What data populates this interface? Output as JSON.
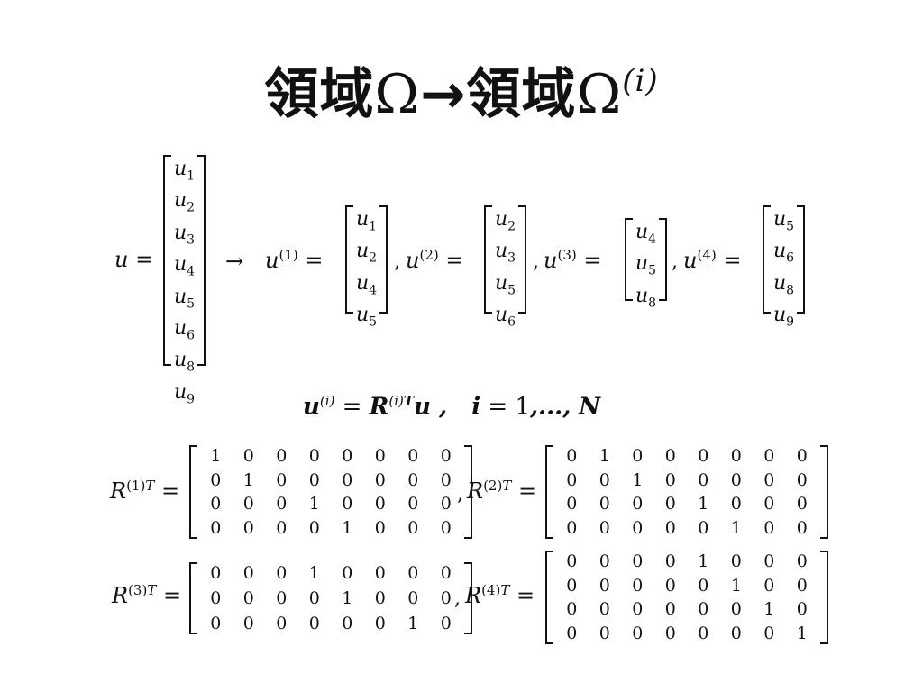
{
  "title": {
    "prefix": "領域",
    "omega": "Ω",
    "arrow": "→",
    "prefix2": "領域",
    "omega2": "Ω",
    "superscript": "(i)"
  },
  "vectors": {
    "u_lhs": "u",
    "equals": "=",
    "arrow": "→",
    "u_full": [
      "1",
      "2",
      "3",
      "4",
      "5",
      "6",
      "8",
      "9"
    ],
    "sub_vectors": [
      {
        "label": "u",
        "sup": "(1)",
        "entries": [
          "1",
          "2",
          "4",
          "5"
        ]
      },
      {
        "label": "u",
        "sup": "(2)",
        "entries": [
          "2",
          "3",
          "5",
          "6"
        ]
      },
      {
        "label": "u",
        "sup": "(3)",
        "entries": [
          "4",
          "5",
          "8"
        ]
      },
      {
        "label": "u",
        "sup": "(4)",
        "entries": [
          "5",
          "6",
          "8",
          "9"
        ]
      }
    ],
    "comma": ","
  },
  "formula": {
    "lhs": "u",
    "lhs_sup": "(i)",
    "eq": " = ",
    "R": "R",
    "R_sup": "(i)",
    "T": "T",
    "rhs_u": "u",
    "sep": " ,   ",
    "i": "i",
    "range_eq": " = ",
    "range_one": "1",
    "range_rest": ",..., N"
  },
  "restriction_matrices": [
    {
      "label": "R",
      "sup": "(1)",
      "T": "T",
      "rows": [
        [
          "1",
          "0",
          "0",
          "0",
          "0",
          "0",
          "0",
          "0"
        ],
        [
          "0",
          "1",
          "0",
          "0",
          "0",
          "0",
          "0",
          "0"
        ],
        [
          "0",
          "0",
          "0",
          "1",
          "0",
          "0",
          "0",
          "0"
        ],
        [
          "0",
          "0",
          "0",
          "0",
          "1",
          "0",
          "0",
          "0"
        ]
      ]
    },
    {
      "label": "R",
      "sup": "(2)",
      "T": "T",
      "rows": [
        [
          "0",
          "1",
          "0",
          "0",
          "0",
          "0",
          "0",
          "0"
        ],
        [
          "0",
          "0",
          "1",
          "0",
          "0",
          "0",
          "0",
          "0"
        ],
        [
          "0",
          "0",
          "0",
          "0",
          "1",
          "0",
          "0",
          "0"
        ],
        [
          "0",
          "0",
          "0",
          "0",
          "0",
          "1",
          "0",
          "0"
        ]
      ]
    },
    {
      "label": "R",
      "sup": "(3)",
      "T": "T",
      "rows": [
        [
          "0",
          "0",
          "0",
          "1",
          "0",
          "0",
          "0",
          "0"
        ],
        [
          "0",
          "0",
          "0",
          "0",
          "1",
          "0",
          "0",
          "0"
        ],
        [
          "0",
          "0",
          "0",
          "0",
          "0",
          "0",
          "1",
          "0"
        ]
      ]
    },
    {
      "label": "R",
      "sup": "(4)",
      "T": "T",
      "rows": [
        [
          "0",
          "0",
          "0",
          "0",
          "1",
          "0",
          "0",
          "0"
        ],
        [
          "0",
          "0",
          "0",
          "0",
          "0",
          "1",
          "0",
          "0"
        ],
        [
          "0",
          "0",
          "0",
          "0",
          "0",
          "0",
          "1",
          "0"
        ],
        [
          "0",
          "0",
          "0",
          "0",
          "0",
          "0",
          "0",
          "1"
        ]
      ]
    }
  ]
}
